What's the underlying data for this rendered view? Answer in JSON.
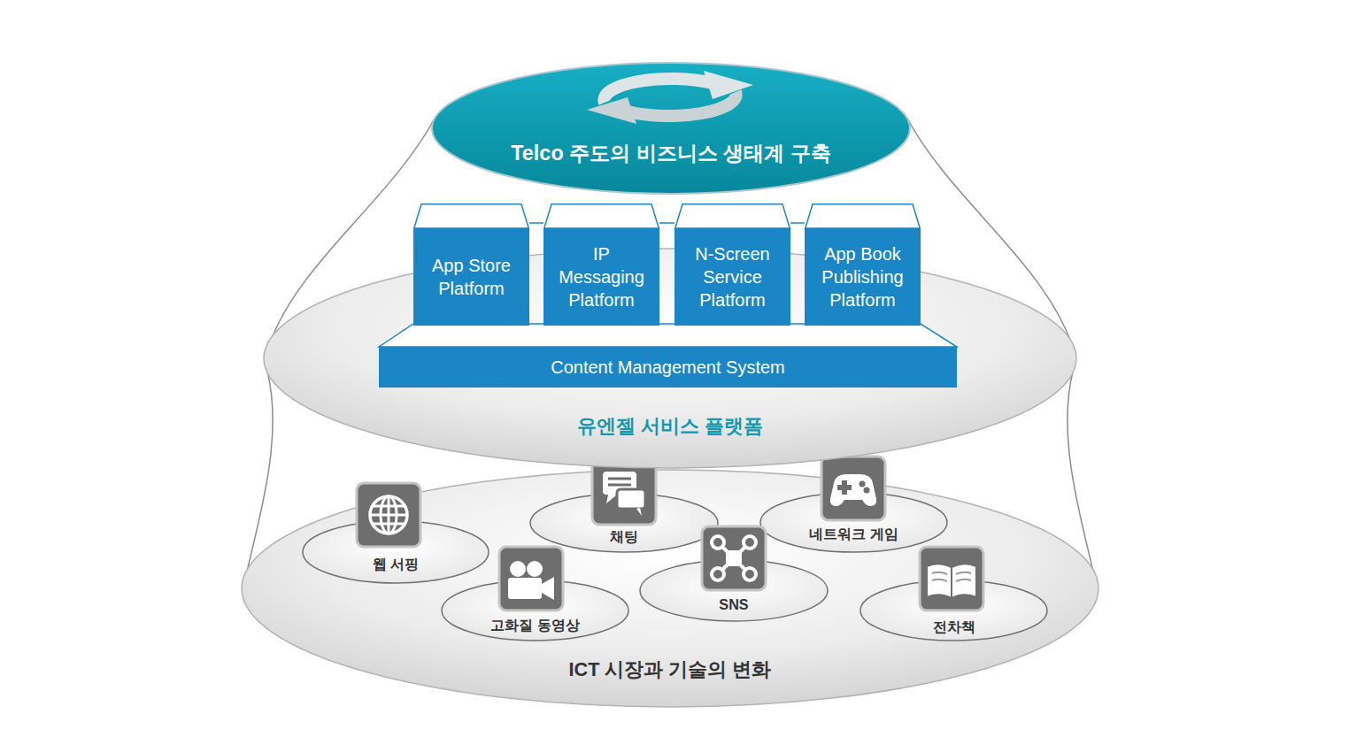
{
  "diagram": {
    "nodes": [
      {
        "text": [
          "Telco 주도의 비즈니스 생태계 구축"
        ]
      },
      {
        "text": [
          "유엔젤 서비스 플랫폼"
        ]
      },
      {
        "text": [
          "App Store Platform"
        ],
        "in": 1
      },
      {
        "text": [
          "IP Messaging Platform"
        ],
        "in": 1
      },
      {
        "text": [
          "N-Screen Service Platform"
        ],
        "in": 1
      },
      {
        "text": [
          "App Book Publishing Platform"
        ],
        "in": 1
      },
      {
        "text": [
          "Content Management System"
        ],
        "in": 1
      },
      {
        "text": [
          "ICT 시장과 기술의 변화"
        ]
      },
      {
        "text": [
          "채팅"
        ],
        "in": 7
      },
      {
        "text": [
          "네트워크 게임"
        ],
        "in": 7
      },
      {
        "text": [
          "웹 서핑"
        ],
        "in": 7
      },
      {
        "text": [
          "SNS"
        ],
        "in": 7
      },
      {
        "text": [
          "고화질 동영상"
        ],
        "in": 7
      },
      {
        "text": [
          "전차책"
        ],
        "in": 7
      }
    ]
  }
}
